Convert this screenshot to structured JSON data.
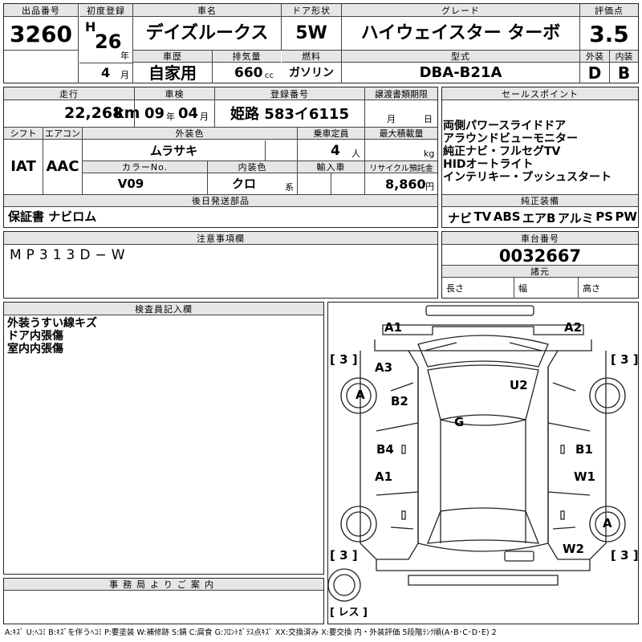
{
  "header": {
    "lot_label": "出品番号",
    "lot_number": "3260",
    "first_reg_label": "初度登録",
    "era": "H",
    "year": "26",
    "year_unit": "年",
    "month": "4",
    "month_unit": "月",
    "car_name_label": "車名",
    "car_name": "デイズルークス",
    "door_label": "ドア形状",
    "door": "5W",
    "grade_label": "グレード",
    "grade": "ハイウェイスター ターボ",
    "score_label": "評価点",
    "score": "3.5",
    "history_label": "車歴",
    "history": "自家用",
    "displacement_label": "排気量",
    "displacement": "660",
    "displacement_unit": "cc",
    "fuel_label": "燃料",
    "fuel": "ガソリン",
    "model_label": "型式",
    "model": "DBA-B21A",
    "ext_label": "外装",
    "ext_grade": "D",
    "int_label": "内装",
    "int_grade": "B"
  },
  "row2": {
    "mileage_label": "走行",
    "mileage": "22,268",
    "mileage_unit": "km",
    "inspection_label": "車検",
    "inspection_year": "09",
    "inspection_year_unit": "年",
    "inspection_month": "04",
    "inspection_month_unit": "月",
    "reg_label": "登録番号",
    "reg_number": "姫路 583イ6115",
    "transfer_label": "譲渡書類期限",
    "transfer_month_unit": "月",
    "transfer_day_unit": "日",
    "shift_label": "シフト",
    "shift": "IAT",
    "ac_label": "エアコン",
    "ac": "AAC",
    "color_label": "外装色",
    "color": "ムラサキ",
    "capacity_label": "乗車定員",
    "capacity": "4",
    "capacity_unit": "人",
    "load_label": "最大積載量",
    "load_unit": "kg",
    "color_no_label": "カラーNo.",
    "color_no": "V09",
    "interior_color_label": "内装色",
    "interior_color": "クロ",
    "interior_color_unit": "系",
    "import_label": "輸入車",
    "recycle_label": "リサイクル預託金",
    "recycle": "8,860",
    "recycle_unit": "円",
    "later_label": "後日発送部品",
    "later": "保証書 ナビロム"
  },
  "sales": {
    "label": "セールスポイント",
    "points": [
      "両側パワースライドドア",
      "アラウンドビューモニター",
      "純正ナビ・フルセグTV",
      "HIDオートライト",
      "インテリキー・プッシュスタート"
    ],
    "equip_label": "純正装備",
    "equip": [
      "ナビ",
      "TV",
      "ABS",
      "エアB",
      "アルミ",
      "PS",
      "PW"
    ]
  },
  "notes": {
    "label": "注意事項欄",
    "text": "MP313D−W"
  },
  "chassis": {
    "label": "車台番号",
    "number": "0032667",
    "spec_label": "諸元",
    "length_label": "長さ",
    "width_label": "幅",
    "height_label": "高さ"
  },
  "inspector": {
    "label": "検査員記入欄",
    "lines": [
      "外装うすい線キズ",
      "ドア内張傷",
      "室内内張傷"
    ]
  },
  "office": {
    "label": "事務局よりご案内"
  },
  "diagram": {
    "marks": {
      "A1_fl": "A1",
      "A2_fr": "A2",
      "A3": "A3",
      "A_fl": "A",
      "B2": "B2",
      "U2": "U2",
      "G": "G",
      "B4": "B4",
      "B1": "B1",
      "A1_rl": "A1",
      "W1": "W1",
      "A_rr": "A",
      "W2": "W2"
    },
    "tires": [
      "[ 3 ]",
      "[ 3 ]",
      "[ 3 ]",
      "[ 3 ]"
    ],
    "spare": "[ レス ]"
  },
  "footer": {
    "legend": "A:ｷｽﾞ U:ﾍｺﾐ B:ｷｽﾞを伴うﾍｺﾐ P:要塗装 W:補修跡 S:錆 C:腐食 G:ﾌﾛﾝﾄｶﾞﾗｽ点ｷｽﾞ XX:交換済み X:要交換 内・外装評価 5段階ﾗﾝｸ順(A･B･C･D･E) 2"
  }
}
